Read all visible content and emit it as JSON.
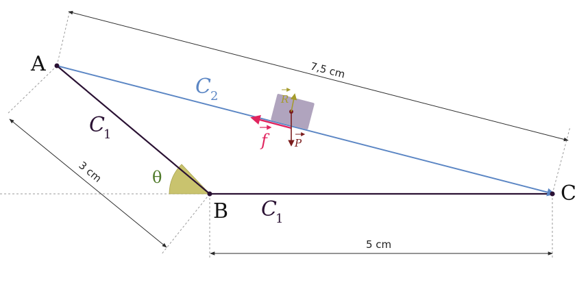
{
  "points": {
    "a": "A",
    "b": "B",
    "c": "C"
  },
  "paths": {
    "c1_label": "C",
    "c1_sub": "1",
    "c2_label": "C",
    "c2_sub": "2"
  },
  "angle": {
    "label": "θ"
  },
  "dimensions": {
    "ac": "7,5 cm",
    "ab": "3 cm",
    "bc": "5 cm"
  },
  "forces": {
    "friction": "f",
    "reaction": "R",
    "weight": "P"
  },
  "colors": {
    "c1_path": "#2a1133",
    "c2_path": "#5b86c4",
    "friction": "#e0245e",
    "reaction": "#a59b2c",
    "weight": "#7a1c1c",
    "block": "#a79ab7",
    "angle_fill": "#c9c36e",
    "angle_label": "#4f7a2a",
    "dimension": "#2b2b2b",
    "dashed": "#9a9a9a"
  }
}
